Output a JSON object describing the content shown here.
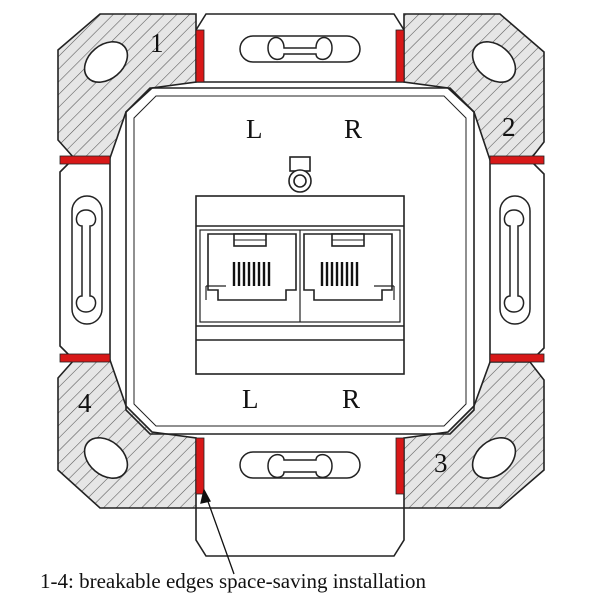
{
  "diagram": {
    "corner_numbers": [
      "1",
      "2",
      "3",
      "4"
    ],
    "top_labels": [
      "L",
      "R"
    ],
    "bottom_labels": [
      "L",
      "R"
    ],
    "caption": "1-4: breakable edges space-saving installation",
    "colors": {
      "line": "#222222",
      "hatch": "#555555",
      "hatch_fill": "#e6e6e6",
      "break_mark": "#d81818",
      "background": "#ffffff"
    }
  }
}
